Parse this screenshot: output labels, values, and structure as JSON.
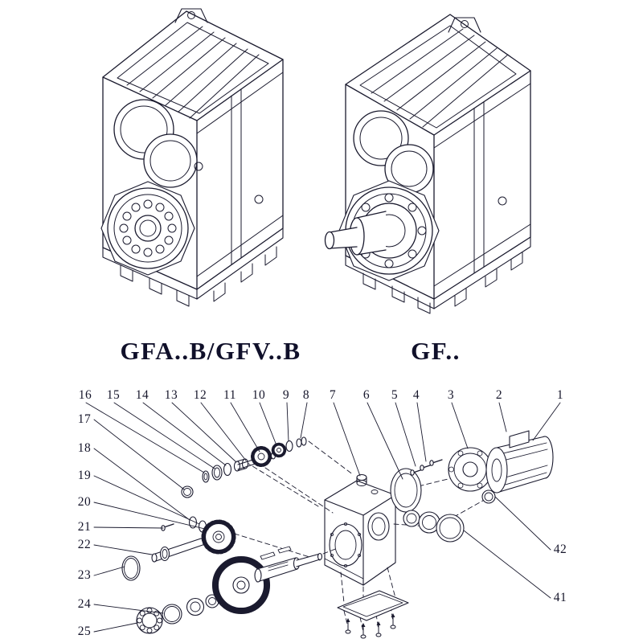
{
  "captions": {
    "left_model": "GFA..B/GFV..B",
    "right_model": "GF.."
  },
  "exploded": {
    "top_labels": [
      "16",
      "15",
      "14",
      "13",
      "12",
      "11",
      "10",
      "9",
      "8",
      "7",
      "6",
      "5",
      "4",
      "3",
      "2",
      "1"
    ],
    "left_labels": [
      "17",
      "18",
      "19",
      "20",
      "21",
      "22",
      "23",
      "24",
      "25"
    ],
    "right_labels": [
      "42",
      "41"
    ]
  },
  "colors": {
    "ink": "#1a1a2e",
    "background": "#ffffff"
  }
}
